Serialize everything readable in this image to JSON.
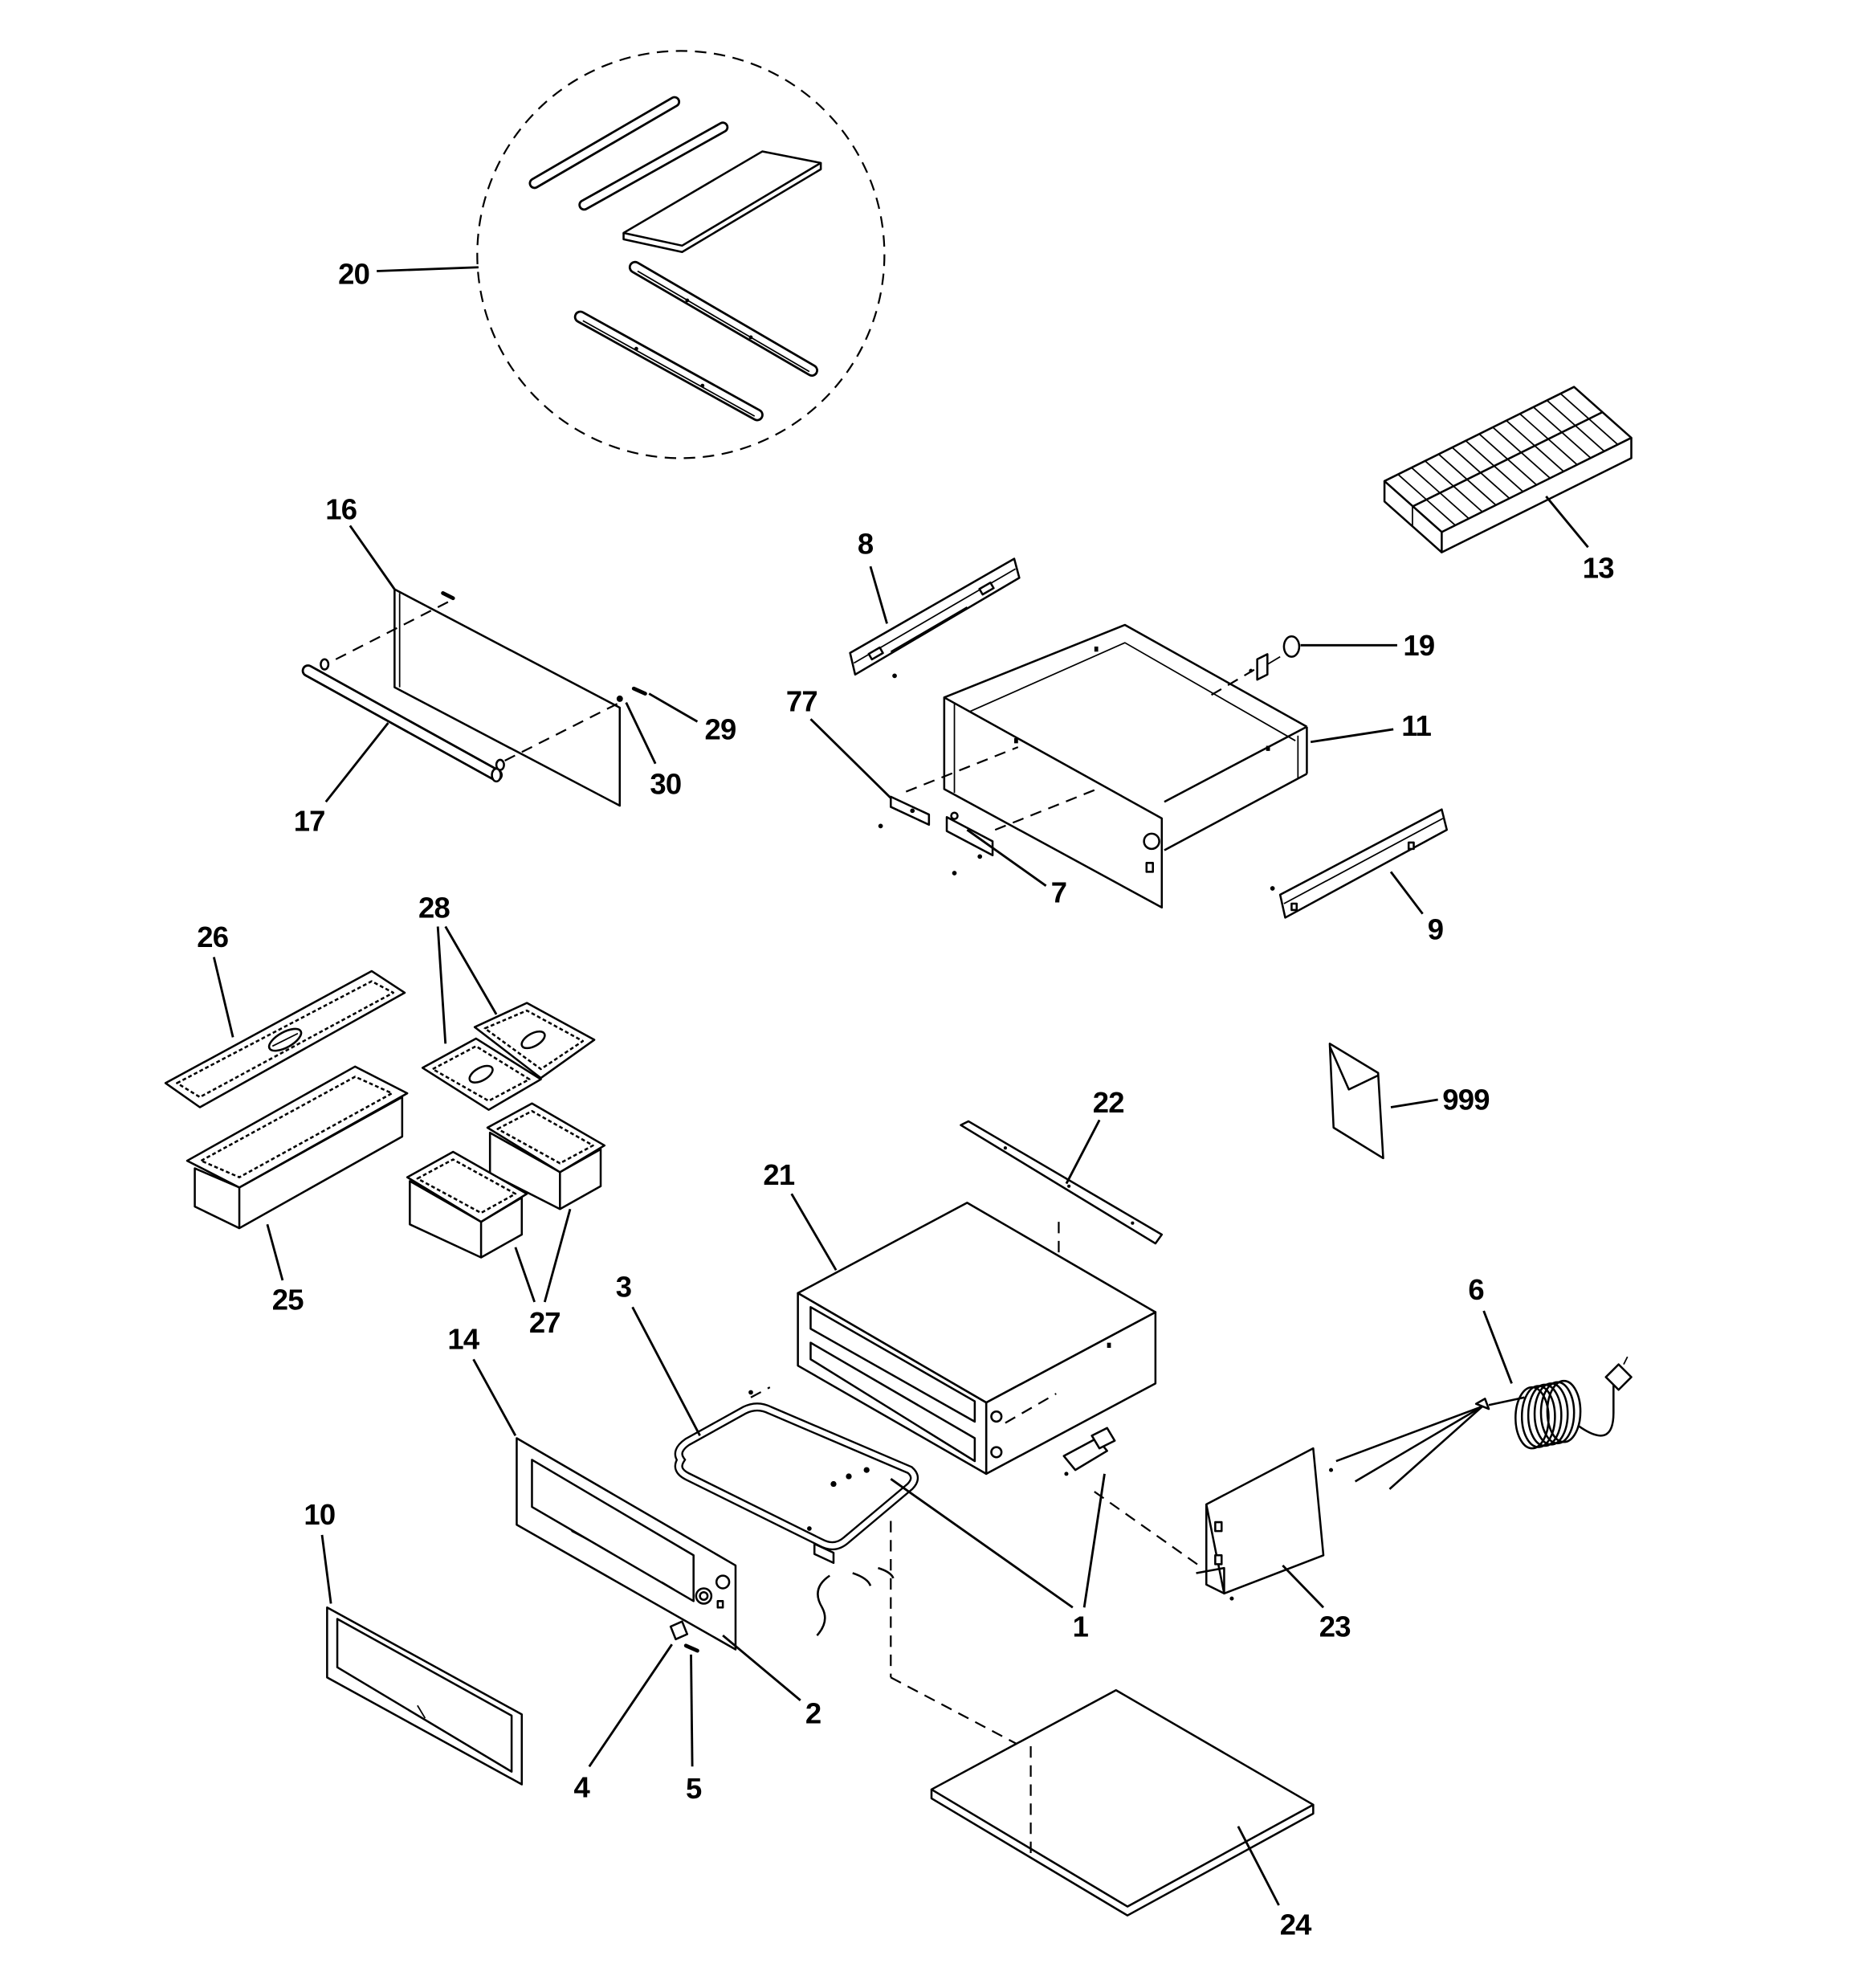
{
  "callouts": [
    "20",
    "16",
    "8",
    "13",
    "19",
    "77",
    "11",
    "29",
    "30",
    "17",
    "7",
    "9",
    "28",
    "26",
    "22",
    "999",
    "21",
    "3",
    "25",
    "27",
    "14",
    "6",
    "1",
    "23",
    "10",
    "2",
    "4",
    "5",
    "24"
  ]
}
